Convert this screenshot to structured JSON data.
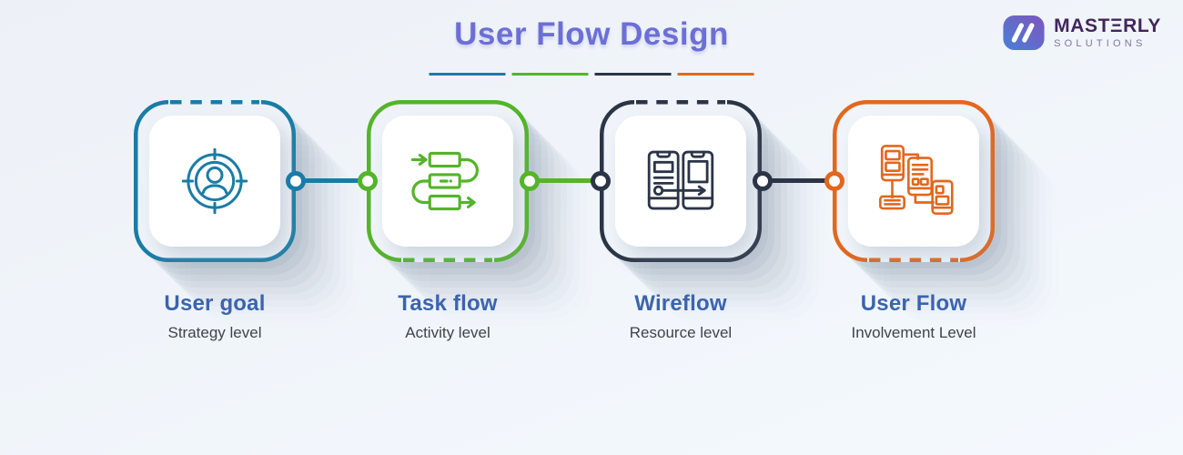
{
  "title": "User Flow Design",
  "logo": {
    "name": "MASTΞRLY",
    "tagline": "SOLUTIONS",
    "mark": "masterly-m-monogram-icon"
  },
  "steps": [
    {
      "label": "User goal",
      "sublabel": "Strategy level",
      "color": "#1a7ca6",
      "icon": "user-goal-target-icon",
      "dashed_edge": "top"
    },
    {
      "label": "Task flow",
      "sublabel": "Activity level",
      "color": "#54b42a",
      "icon": "task-flow-sequence-icon",
      "dashed_edge": "bottom"
    },
    {
      "label": "Wireflow",
      "sublabel": "Resource level",
      "color": "#2b3547",
      "icon": "wireflow-phones-icon",
      "dashed_edge": "top"
    },
    {
      "label": "User Flow",
      "sublabel": "Involvement Level",
      "color": "#e2671f",
      "icon": "user-flow-screens-icon",
      "dashed_edge": "bottom"
    }
  ],
  "colors": {
    "title_text": "#6c6fd6",
    "step_label": "#3a64ae",
    "step_sublabel": "#3e434b",
    "logo_name": "#42265c",
    "logo_tagline": "#7e76a0",
    "logo_mark_gradient_start": "#4a7fd7",
    "logo_mark_gradient_end": "#7e55bd",
    "bg_top": "#edf1f7",
    "bg_bottom": "#f4f9fe",
    "c0": "#1a7ca6",
    "c1": "#54b42a",
    "c2": "#2b3547",
    "c3": "#e2671f"
  }
}
